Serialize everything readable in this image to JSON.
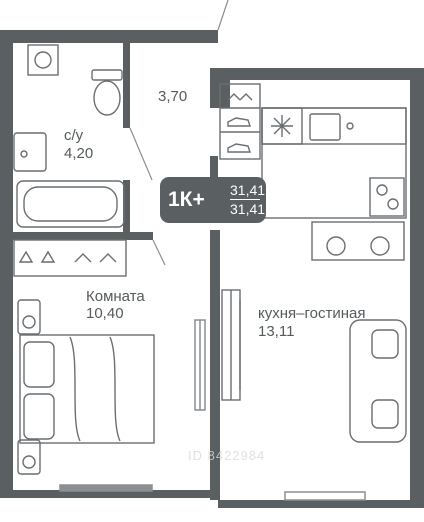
{
  "rooms": {
    "corridor": {
      "area": "3,70"
    },
    "bathroom": {
      "name": "с/у",
      "area": "4,20"
    },
    "bedroom": {
      "name": "Комната",
      "area": "10,40"
    },
    "kitchen_living": {
      "name": "кухня–гостиная",
      "area": "13,11"
    }
  },
  "badge": {
    "type": "1К+",
    "area_total": "31,41",
    "area_living": "31,41"
  },
  "watermark": "ID 8422984",
  "colors": {
    "wall": "#5a5f62",
    "furniture": "#6a6f72",
    "badge": "#5a5f62",
    "background": "#ffffff"
  }
}
